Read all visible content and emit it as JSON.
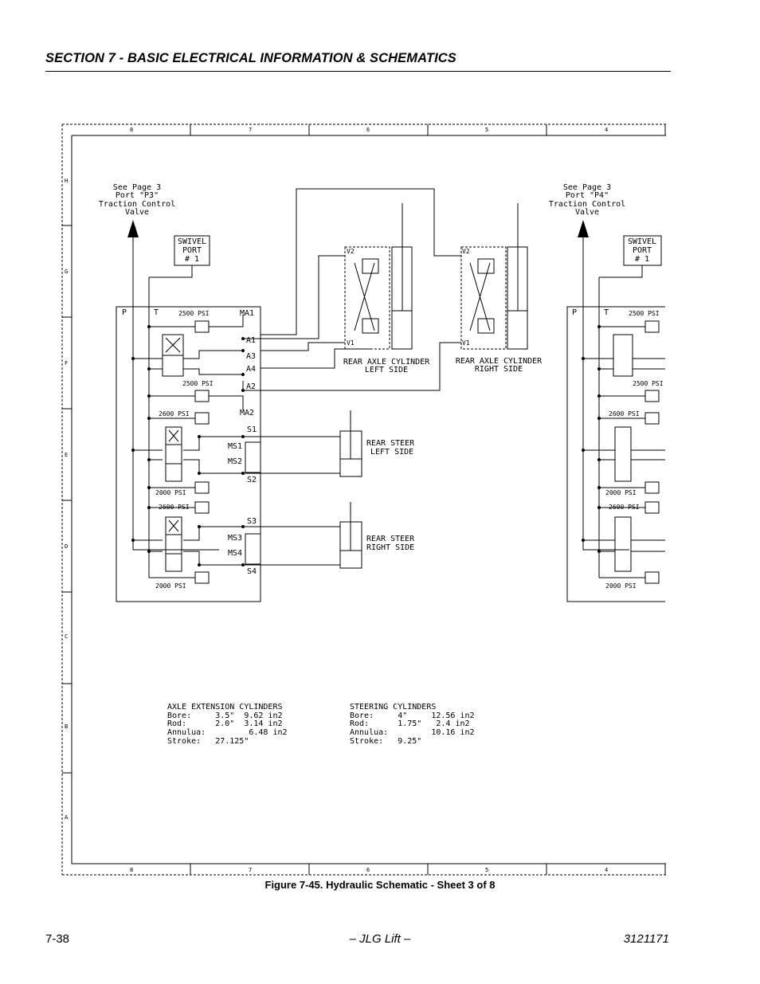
{
  "header": {
    "section_title": "SECTION 7 - BASIC ELECTRICAL INFORMATION & SCHEMATICS"
  },
  "frame": {
    "columns": [
      "8",
      "7",
      "6",
      "5",
      "4"
    ],
    "rows": [
      "H",
      "G",
      "F",
      "E",
      "D",
      "C",
      "B",
      "A"
    ]
  },
  "left_ref": {
    "line1": "See Page 3",
    "line2": "Port \"P3\"",
    "line3": "Traction Control",
    "line4": "Valve"
  },
  "right_ref": {
    "line1": "See Page 3",
    "line2": "Port \"P4\"",
    "line3": "Traction Control",
    "line4": "Valve"
  },
  "swivel": {
    "line1": "SWIVEL",
    "line2": "PORT",
    "line3": "# 1"
  },
  "manifold": {
    "port_p": "P",
    "port_t": "T",
    "ports": [
      "MA1",
      "A1",
      "A3",
      "A4",
      "A2",
      "MA2",
      "S1",
      "MS1",
      "MS2",
      "S2",
      "S3",
      "MS3",
      "MS4",
      "S4"
    ],
    "pressures": [
      "2500 PSI",
      "2500 PSI",
      "2600 PSI",
      "2000 PSI",
      "2600 PSI",
      "2000 PSI"
    ]
  },
  "right_manifold": {
    "pressures": [
      "2500 PSI",
      "2500 PSI",
      "2600 PSI",
      "2000 PSI",
      "2600 PSI",
      "2000 PSI"
    ]
  },
  "valves": {
    "v2": "V2",
    "v1": "V1"
  },
  "cylinders": {
    "rear_axle_left": {
      "line1": "REAR AXLE CYLINDER",
      "line2": "LEFT SIDE"
    },
    "rear_axle_right": {
      "line1": "REAR AXLE CYLINDER",
      "line2": "RIGHT SIDE"
    },
    "rear_steer_left": {
      "line1": "REAR STEER",
      "line2": "LEFT SIDE"
    },
    "rear_steer_right": {
      "line1": "REAR STEER",
      "line2": "RIGHT SIDE"
    }
  },
  "specs": {
    "axle": {
      "title": "AXLE EXTENSION CYLINDERS",
      "rows": [
        "Bore:     3.5\"  9.62 in2",
        "Rod:      2.0\"  3.14 in2",
        "Annulua:         6.48 in2",
        "Stroke:   27.125\""
      ]
    },
    "steering": {
      "title": "STEERING CYLINDERS",
      "rows": [
        "Bore:     4\"     12.56 in2",
        "Rod:      1.75\"   2.4 in2",
        "Annulua:         10.16 in2",
        "Stroke:   9.25\""
      ]
    }
  },
  "caption": "Figure 7-45.  Hydraulic Schematic - Sheet 3 of 8",
  "footer": {
    "page": "7-38",
    "center": "– JLG Lift –",
    "doc": "3121171"
  }
}
